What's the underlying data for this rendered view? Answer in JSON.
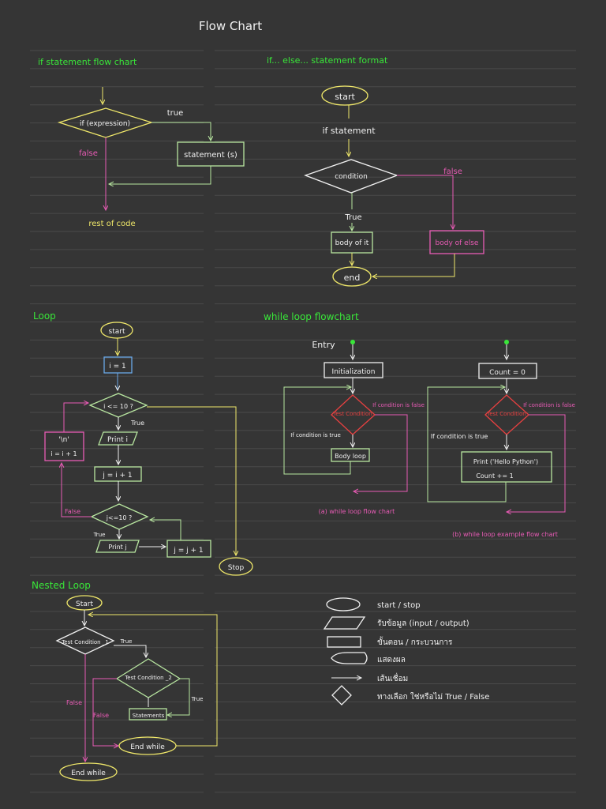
{
  "title": "Flow Chart",
  "colors": {
    "background": "#353535",
    "ruled_line": "#4a4a4a",
    "green": "#39e639",
    "yellow": "#f0e86a",
    "white": "#f0f0f0",
    "pink": "#e85bb5",
    "light_green": "#b8e6a0",
    "blue": "#6aa8e8",
    "red": "#e84040"
  },
  "if_statement": {
    "heading": "if statement flow chart",
    "decision": "if (expression)",
    "true_label": "true",
    "false_label": "false",
    "statement": "statement (s)",
    "rest": "rest of code"
  },
  "if_else": {
    "heading": "if... else... statement format",
    "start": "start",
    "if_label": "if statement",
    "condition": "condition",
    "false_label": "false",
    "true_label": "True",
    "body_if": "body of it",
    "body_else": "body of else",
    "end": "end"
  },
  "loop": {
    "heading": "Loop",
    "start": "start",
    "init": "i = 1",
    "cond1": "i <= 10 ?",
    "true1": "True",
    "print_i": "Print i",
    "newline": "'\\n'",
    "inc_i": "i = i + 1",
    "assign_j": "j = i + 1",
    "cond2": "j<=10 ?",
    "false2": "False",
    "true2": "True",
    "print_j": "Print j",
    "inc_j": "j = j + 1",
    "stop": "Stop"
  },
  "while_loop": {
    "heading": "while loop flowchart",
    "entry": "Entry",
    "init_a": "Initialization",
    "test_a": "Test Condition",
    "false_a": "If condition is false",
    "true_a": "If condition is true",
    "body_a": "Body loop",
    "caption_a": "(a) while loop flow chart",
    "init_b": "Count = 0",
    "test_b": "Test Condition",
    "false_b": "If condition is false",
    "true_b": "If condition is true",
    "body_b1": "Print ('Hello Python')",
    "body_b2": "Count += 1",
    "caption_b": "(b) while loop example flow chart"
  },
  "nested_loop": {
    "heading": "Nested Loop",
    "start": "Start",
    "test1": "Test Condition _1",
    "true1": "True",
    "test2": "Test Condition _2",
    "true2": "True",
    "statements": "Statements",
    "false1": "False",
    "false2": "False",
    "end_inner": "End while",
    "end_outer": "End while"
  },
  "legend": {
    "items": [
      {
        "label": "start / stop",
        "icon": "oval-icon"
      },
      {
        "label": "รับข้อมูล (input / output)",
        "icon": "parallelogram-icon"
      },
      {
        "label": "ขั้นตอน / กระบวนการ",
        "icon": "rectangle-icon"
      },
      {
        "label": "แสดงผล",
        "icon": "display-icon"
      },
      {
        "label": "เส้นเชื่อม",
        "icon": "arrow-icon"
      },
      {
        "label": "ทางเลือก ใช่หรือไม่ True / False",
        "icon": "diamond-icon"
      }
    ]
  }
}
